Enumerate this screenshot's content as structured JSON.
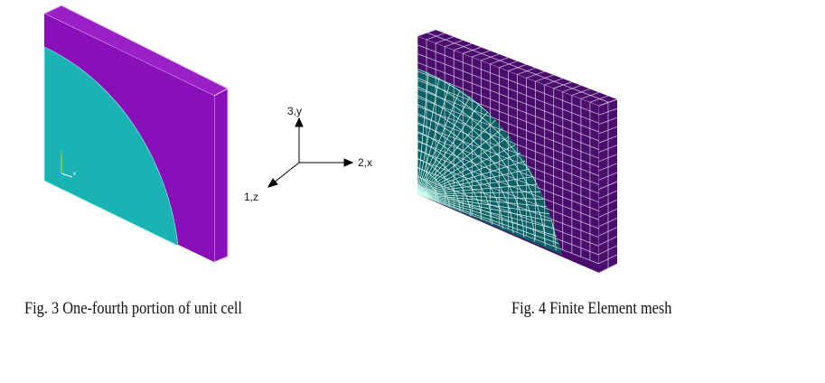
{
  "figures": [
    {
      "caption": "Fig. 3 One-fourth portion of unit cell",
      "triad_labels": [
        "z",
        "x"
      ]
    },
    {
      "caption": "Fig. 4 Finite Element mesh"
    }
  ],
  "axes": {
    "y_label": "3,y",
    "x_label": "2,x",
    "z_label": "1,z"
  },
  "colors": {
    "matrix": "#8a0fb8",
    "fiber": "#1ab3b3",
    "mesh_matrix": "#4a0d6c",
    "mesh_fiber": "#0c5f62"
  }
}
